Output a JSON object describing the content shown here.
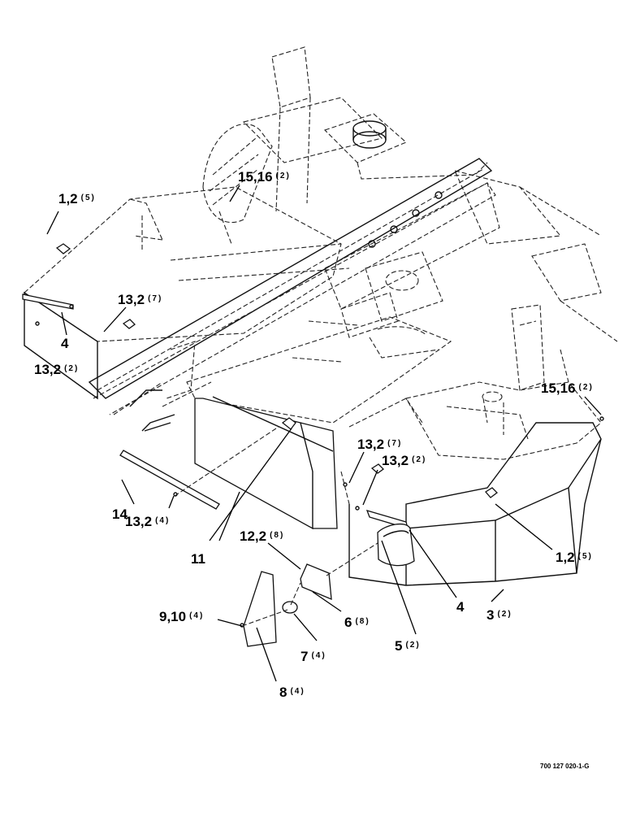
{
  "callouts": [
    {
      "id": "c1",
      "num": "1,2",
      "qty": "(5)"
    },
    {
      "id": "c2",
      "num": "15,16",
      "qty": "(2)"
    },
    {
      "id": "c3",
      "num": "13,2",
      "qty": "(7)"
    },
    {
      "id": "c4",
      "num": "4",
      "qty": ""
    },
    {
      "id": "c5",
      "num": "13,2",
      "qty": "(2)"
    },
    {
      "id": "c6",
      "num": "15,16",
      "qty": "(2)"
    },
    {
      "id": "c7",
      "num": "13,2",
      "qty": "(7)"
    },
    {
      "id": "c8",
      "num": "13,2",
      "qty": "(2)"
    },
    {
      "id": "c9",
      "num": "14",
      "qty": ""
    },
    {
      "id": "c10",
      "num": "13,2",
      "qty": "(4)"
    },
    {
      "id": "c11",
      "num": "11",
      "qty": ""
    },
    {
      "id": "c12",
      "num": "12,2",
      "qty": "(8)"
    },
    {
      "id": "c13",
      "num": "1,2",
      "qty": "(5)"
    },
    {
      "id": "c14",
      "num": "4",
      "qty": ""
    },
    {
      "id": "c15",
      "num": "3",
      "qty": "(2)"
    },
    {
      "id": "c16",
      "num": "5",
      "qty": "(2)"
    },
    {
      "id": "c17",
      "num": "6",
      "qty": "(8)"
    },
    {
      "id": "c18",
      "num": "9,10",
      "qty": "(4)"
    },
    {
      "id": "c19",
      "num": "7",
      "qty": "(4)"
    },
    {
      "id": "c20",
      "num": "8",
      "qty": "(4)"
    }
  ],
  "doc_number": "700 127 020-1-G"
}
